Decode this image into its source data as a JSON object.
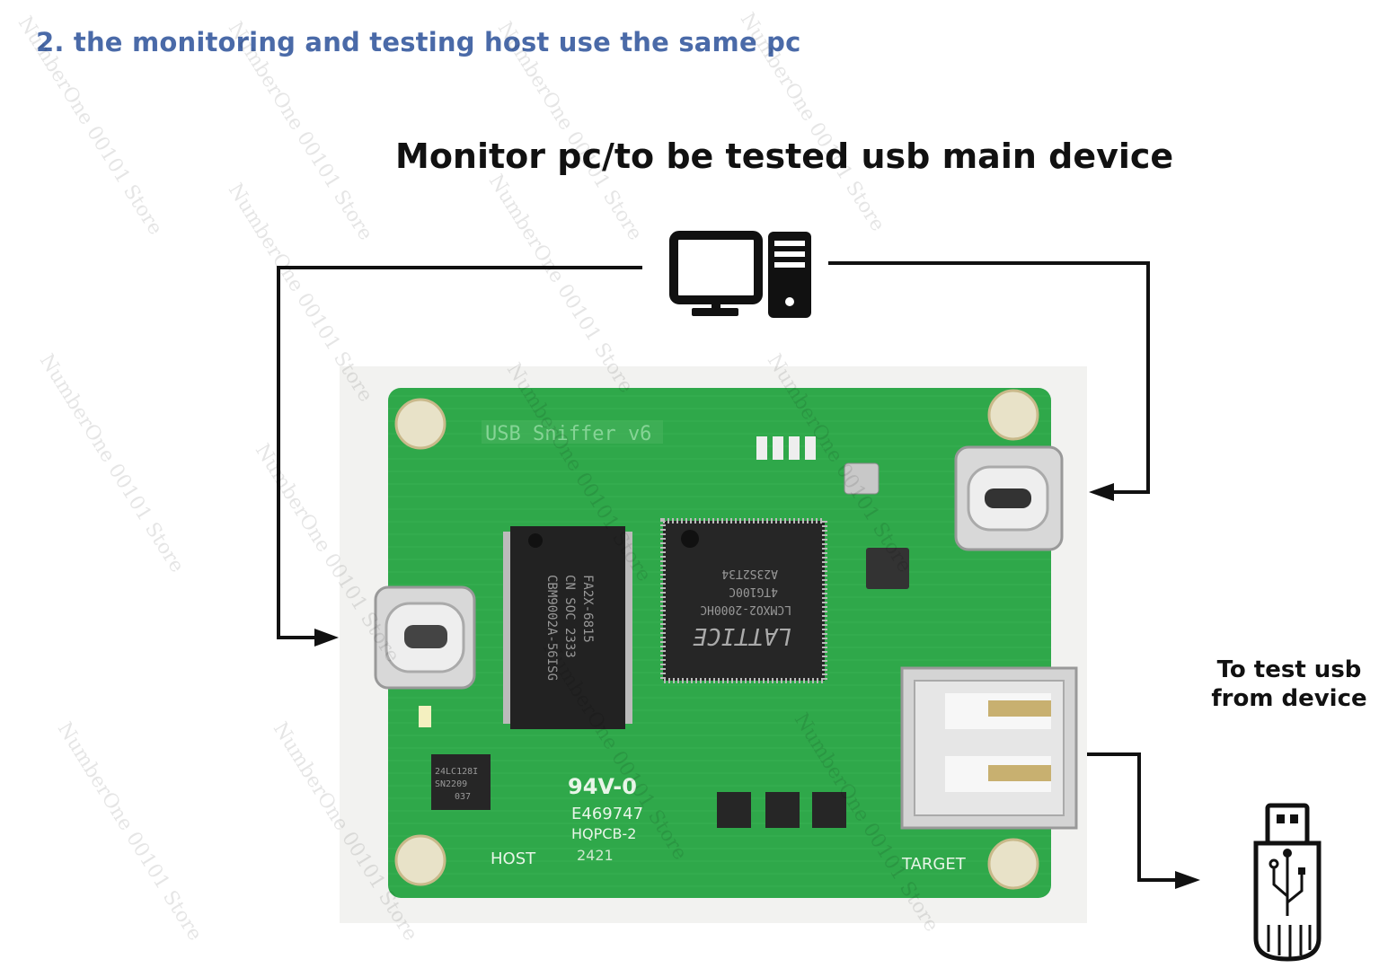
{
  "heading": "2. the monitoring and testing host use the same pc",
  "main_title": "Monitor pc/to be tested usb main device",
  "side_label": {
    "line1": "To test usb",
    "line2": "from device"
  },
  "board": {
    "silkscreen_title": "USB Sniffer v6",
    "host_label": "HOST",
    "target_label": "TARGET",
    "rating": "94V-0",
    "cert": "E469747",
    "maker": "HQPCB-2",
    "date_code": "2421",
    "eeprom": [
      "24LC128I",
      "SN2209",
      "037"
    ],
    "usb_chip": [
      "CBM9002A-56ISG",
      "CN SOC 2333",
      "FA2X-6815"
    ],
    "fpga": [
      "LATTICE",
      "LCMXO2-2000HC",
      "4TG100C",
      "A23S2T34"
    ]
  },
  "watermark": "NumberOne 00101 Store",
  "colors": {
    "heading": "#4a6aa8",
    "pcb": "#2fa84a",
    "arrow": "#111111"
  }
}
